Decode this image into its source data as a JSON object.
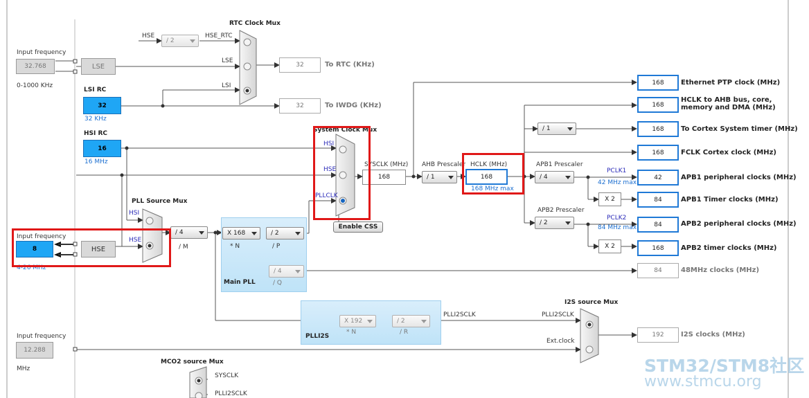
{
  "left_panel": {
    "lse_input": {
      "label": "Input frequency",
      "value": "32.768",
      "range": "0-1000 KHz"
    },
    "lse_box": "LSE",
    "lsi_rc": {
      "label": "LSI RC",
      "value": "32",
      "freq": "32 KHz"
    },
    "hsi_rc": {
      "label": "HSI RC",
      "value": "16",
      "freq": "16 MHz"
    },
    "hse_input": {
      "label": "Input frequency",
      "value": "8",
      "range": "4-26 MHz"
    },
    "hse_box": "HSE",
    "i2s_input": {
      "label": "Input frequency",
      "value": "12.288",
      "unit": "MHz"
    }
  },
  "rtc": {
    "mux_title": "RTC Clock Mux",
    "hse_label": "HSE",
    "div_select": "/ 2",
    "hse_rtc_label": "HSE_RTC",
    "lse_label": "LSE",
    "lsi_label": "LSI",
    "rtc_value": "32",
    "rtc_out": "To RTC (KHz)",
    "iwdg_value": "32",
    "iwdg_out": "To IWDG (KHz)"
  },
  "pll_source": {
    "title": "PLL Source Mux",
    "hsi": "HSI",
    "hse": "HSE",
    "m_select": "/ 4",
    "m_label": "/ M"
  },
  "main_pll": {
    "title": "Main PLL",
    "n_select": "X 168",
    "n_label": "* N",
    "p_select": "/ 2",
    "p_label": "/ P",
    "q_select": "/ 4",
    "q_label": "/ Q"
  },
  "sys_mux": {
    "title": "System Clock Mux",
    "hsi": "HSI",
    "hse": "HSE",
    "pllclk": "PLLCLK",
    "css_button": "Enable CSS"
  },
  "sysclk": {
    "label": "SYSCLK (MHz)",
    "value": "168"
  },
  "ahb": {
    "label": "AHB Prescaler",
    "select": "/ 1"
  },
  "hclk": {
    "label": "HCLK (MHz)",
    "value": "168",
    "max": "168 MHz max"
  },
  "apb1": {
    "label": "APB1 Prescaler",
    "select": "/ 4",
    "pclk_label": "PCLK1",
    "pclk_max": "42 MHz max",
    "x2": "X 2"
  },
  "apb2": {
    "label": "APB2 Prescaler",
    "select": "/ 2",
    "pclk_label": "PCLK2",
    "pclk_max": "84 MHz max",
    "x2": "X 2"
  },
  "cortex_div": "/ 1",
  "outputs": [
    {
      "value": "168",
      "label": "Ethernet PTP clock (MHz)"
    },
    {
      "value": "168",
      "label": "HCLK to AHB bus, core,",
      "label2": "memory and DMA (MHz)"
    },
    {
      "value": "168",
      "label": "To Cortex System timer (MHz)"
    },
    {
      "value": "168",
      "label": "FCLK Cortex clock (MHz)"
    },
    {
      "value": "42",
      "label": "APB1 peripheral clocks (MHz)"
    },
    {
      "value": "84",
      "label": "APB1 Timer clocks (MHz)"
    },
    {
      "value": "84",
      "label": "APB2 peripheral clocks (MHz)"
    },
    {
      "value": "168",
      "label": "APB2 timer clocks (MHz)"
    }
  ],
  "clk48": {
    "value": "84",
    "label": "48MHz clocks (MHz)"
  },
  "plli2s": {
    "title": "PLLI2S",
    "n_select": "X 192",
    "n_label": "* N",
    "r_select": "/ 2",
    "r_label": "/ R",
    "out_label": "PLLI2SCLK"
  },
  "i2s_mux": {
    "title": "I2S source Mux",
    "in1": "PLLI2SCLK",
    "in2": "Ext.clock",
    "value": "192",
    "label": "I2S clocks (MHz)"
  },
  "mco2": {
    "title": "MCO2 source Mux",
    "in1": "SYSCLK",
    "in2": "PLLI2SCLK"
  },
  "watermark": {
    "line1": "STM32/STM8社区",
    "line2": "www.stmcu.org"
  }
}
